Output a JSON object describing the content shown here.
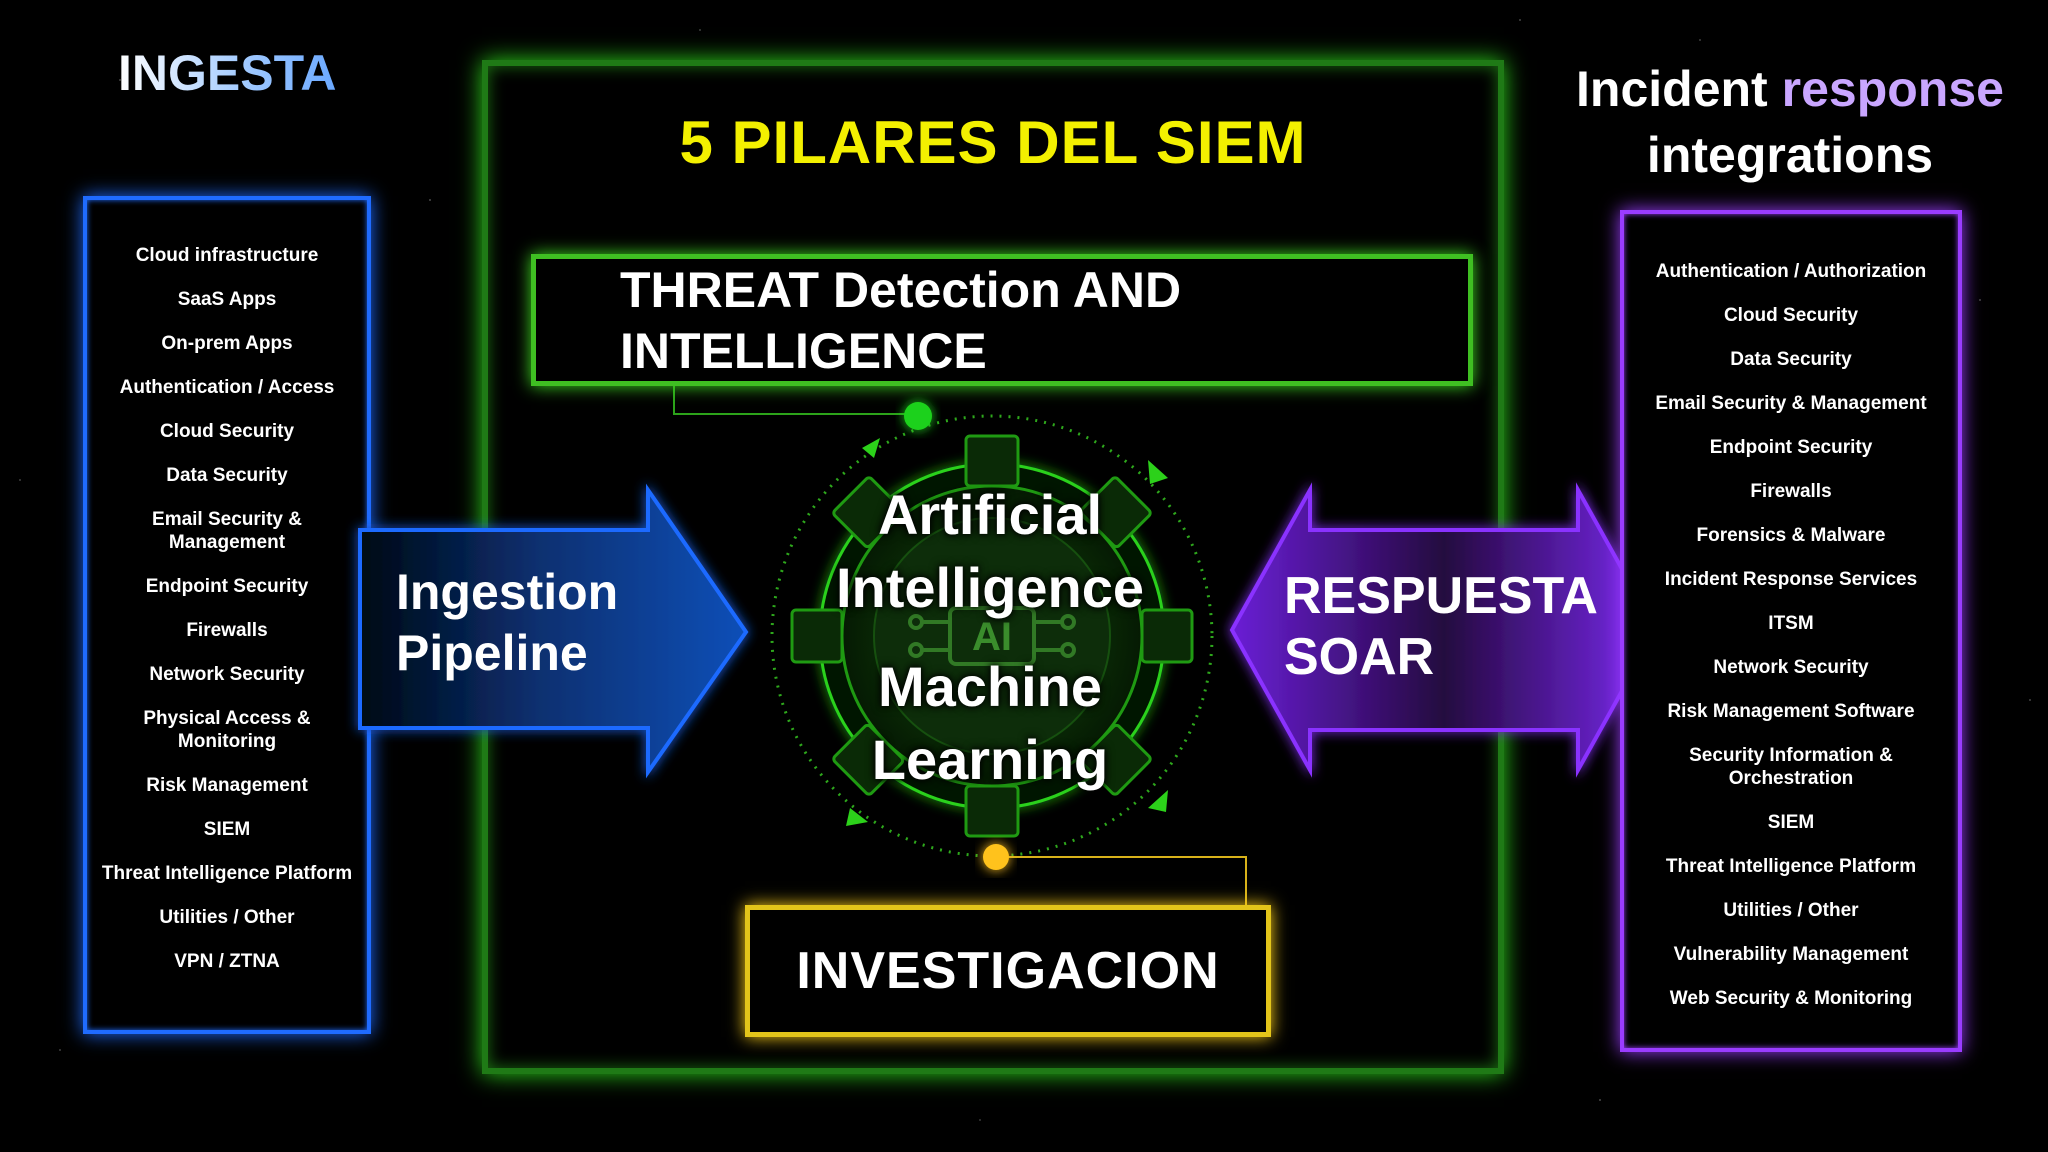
{
  "ingest": {
    "title": "INGESTA",
    "items": [
      "Cloud infrastructure",
      "SaaS Apps",
      "On-prem Apps",
      "Authentication / Access",
      "Cloud Security",
      "Data Security",
      "Email Security &\nManagement",
      "Endpoint Security",
      "Firewalls",
      "Network Security",
      "Physical Access &\nMonitoring",
      "Risk Management",
      "SIEM",
      "Threat Intelligence Platform",
      "Utilities / Other",
      "VPN / ZTNA"
    ]
  },
  "incident_response": {
    "title_part1": "Incident",
    "title_part2": "response",
    "title_line2": "integrations",
    "items": [
      "Authentication / Authorization",
      "Cloud Security",
      "Data Security",
      "Email Security & Management",
      "Endpoint Security",
      "Firewalls",
      "Forensics & Malware",
      "Incident Response Services",
      "ITSM",
      "Network Security",
      "Risk Management Software",
      "Security Information &\nOrchestration",
      "SIEM",
      "Threat Intelligence Platform",
      "Utilities / Other",
      "Vulnerability Management",
      "Web Security & Monitoring"
    ]
  },
  "center": {
    "title": "5 PILARES DEL SIEM",
    "threat": "THREAT Detection AND\nINTELLIGENCE",
    "ai_line1": "Artificial",
    "ai_line2": "Intelligence",
    "ml_line1": "Machine",
    "ml_line2": "Learning",
    "ai_chip": "AI",
    "investigacion": "INVESTIGACION"
  },
  "arrows": {
    "ingestion": "Ingestion\nPipeline",
    "respuesta": "RESPUESTA\nSOAR"
  },
  "colors": {
    "ingest_blue": "#1f6bff",
    "ir_purple": "#9a3cff",
    "center_green": "#2cd11a",
    "title_yellow": "#f3f000",
    "invest_gold": "#e3c51a"
  }
}
